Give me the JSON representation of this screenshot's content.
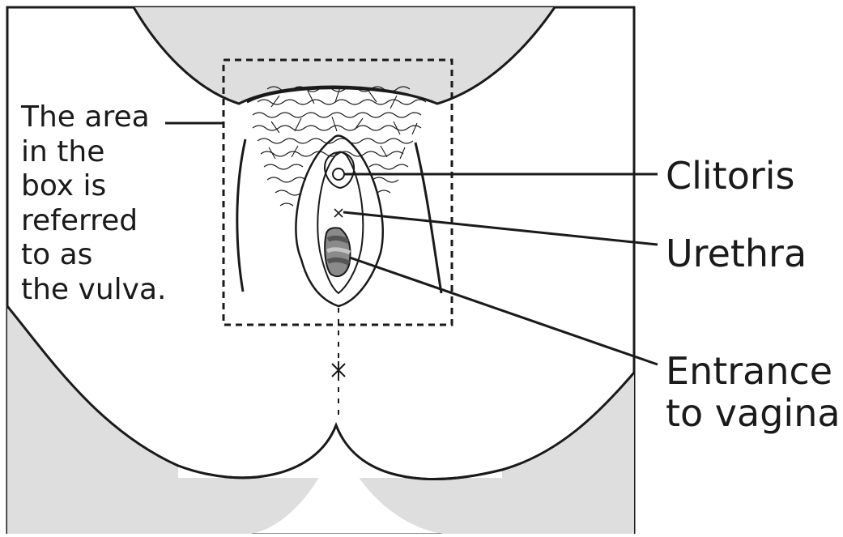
{
  "caption": {
    "lines": [
      "The area",
      "in the",
      "box is",
      "referred",
      "to as",
      "the vulva."
    ]
  },
  "labels": {
    "clitoris": "Clitoris",
    "urethra": "Urethra",
    "vagina_line1": "Entrance",
    "vagina_line2": "to vagina"
  },
  "colors": {
    "line": "#1a1a1a",
    "shaded": "#dedede",
    "background": "#ffffff",
    "vagina_dark": "#555555",
    "vagina_mid": "#8a8a8a",
    "vagina_light": "#c4c4c4"
  }
}
